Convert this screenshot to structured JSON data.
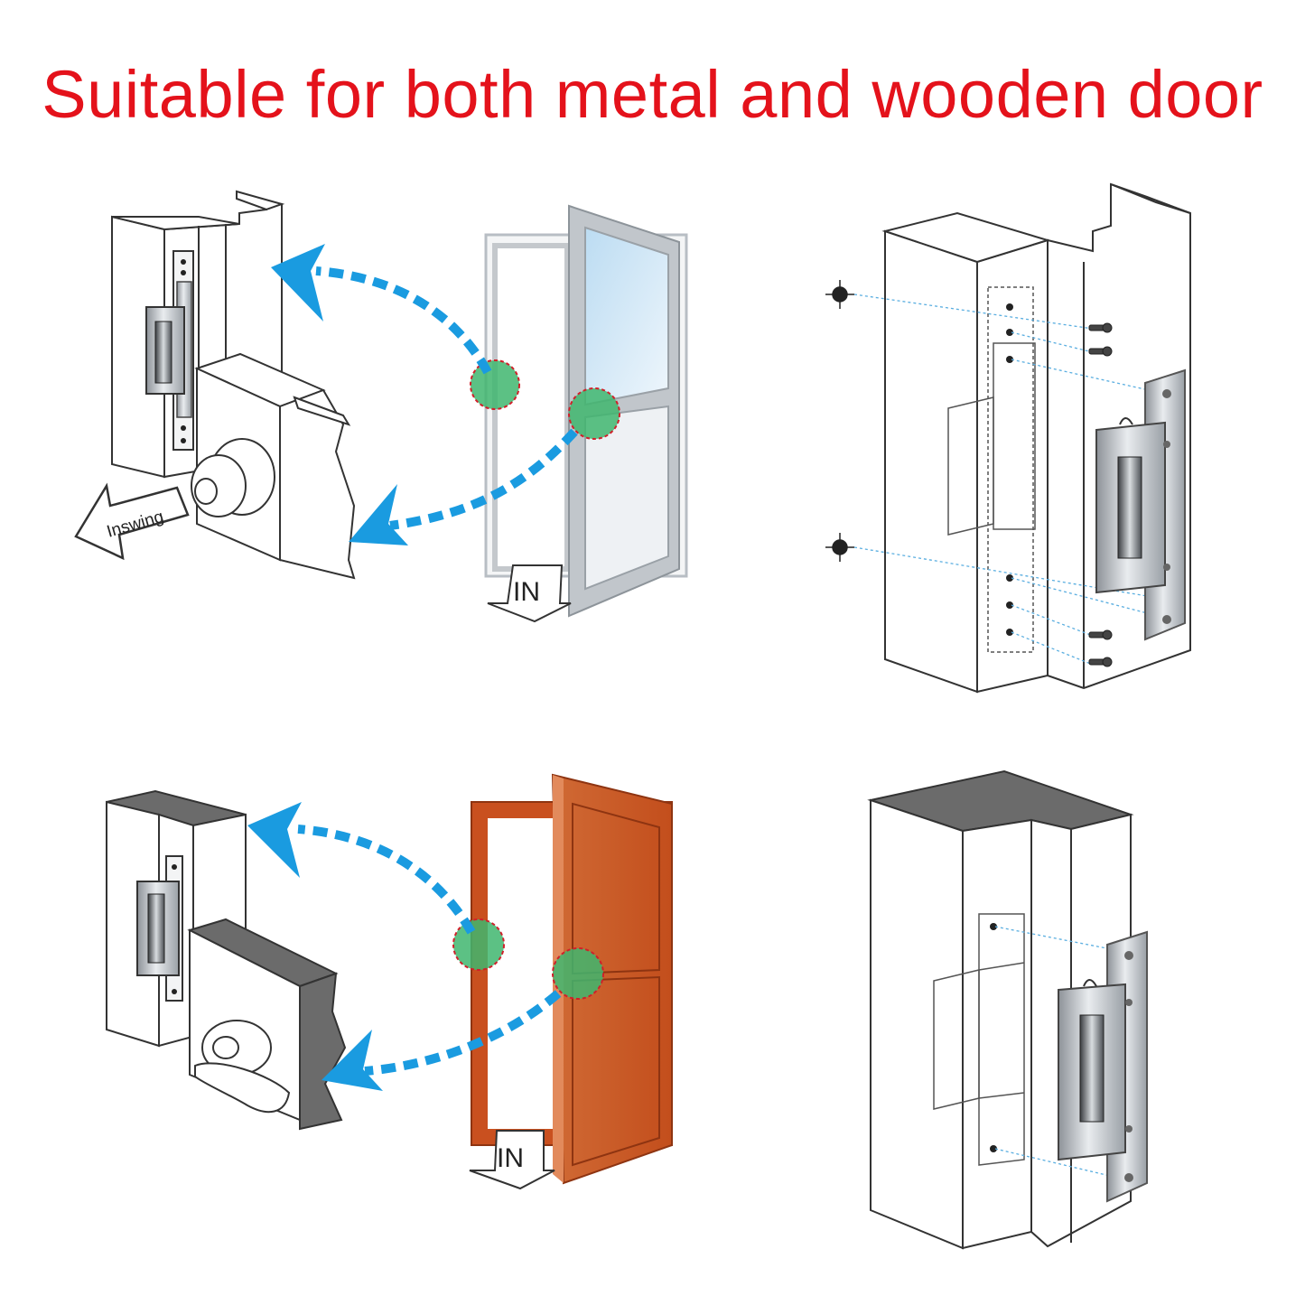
{
  "headline": "Suitable for both metal and wooden door",
  "labels": {
    "inswing": "Inswing",
    "in_metal": "IN",
    "in_wood": "IN"
  },
  "colors": {
    "headline": "#e4121b",
    "arrow": "#1a9be0",
    "highlight": "#35b26a",
    "highlight_border": "#d0202a",
    "wood_door": "#c9501f",
    "metal_frame": "#b8bec4",
    "glass": "#cfe6f5",
    "strike_steel": "#a8adb3"
  },
  "icons": [
    "electric-strike-lock",
    "door-knob",
    "lever-handle",
    "screw",
    "dashed-swing-arrow",
    "drill-target"
  ]
}
